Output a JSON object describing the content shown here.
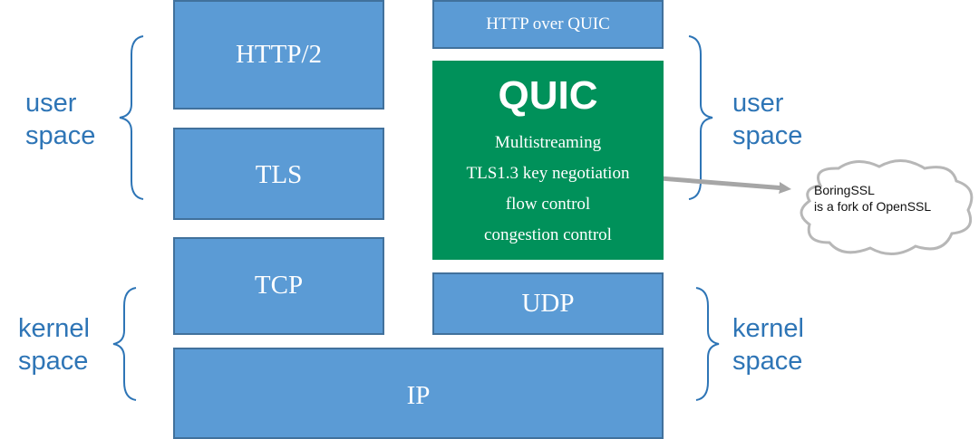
{
  "stack_left": {
    "http2": "HTTP/2",
    "tls": "TLS",
    "tcp": "TCP"
  },
  "ip": "IP",
  "stack_right": {
    "http_over_quic": "HTTP over QUIC",
    "quic": {
      "title": "QUIC",
      "features": [
        "Multistreaming",
        "TLS1.3 key negotiation",
        "flow control",
        "congestion control"
      ]
    },
    "udp": "UDP"
  },
  "labels": {
    "user_space_left": "user space",
    "kernel_space_left": "kernel space",
    "user_space_right": "user space",
    "kernel_space_right": "kernel space"
  },
  "callout": {
    "line1": "BoringSSL",
    "line2": "is a fork of OpenSSL"
  },
  "colors": {
    "box": "#5b9bd5",
    "quic": "#00915a",
    "label": "#2e75b6"
  }
}
